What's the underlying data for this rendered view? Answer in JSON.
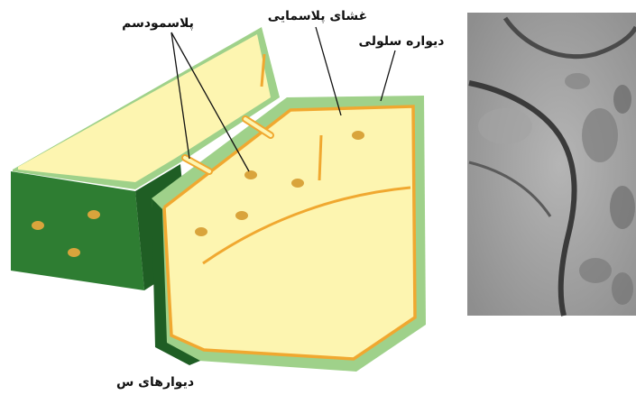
{
  "labels": {
    "plasmodesma": "پلاسمودسم",
    "plasma_membrane": "غشای پلاسمایی",
    "cell_wall": "دیواره سلولی"
  },
  "caption": "دیوارهای س",
  "colors": {
    "cytoplasm": "#fdf5b0",
    "membrane": "#f0a830",
    "wall_light": "#9fd18a",
    "wall_dark": "#2e7d32",
    "wall_darkest": "#1f5e24",
    "dots": "#d9a43c"
  }
}
